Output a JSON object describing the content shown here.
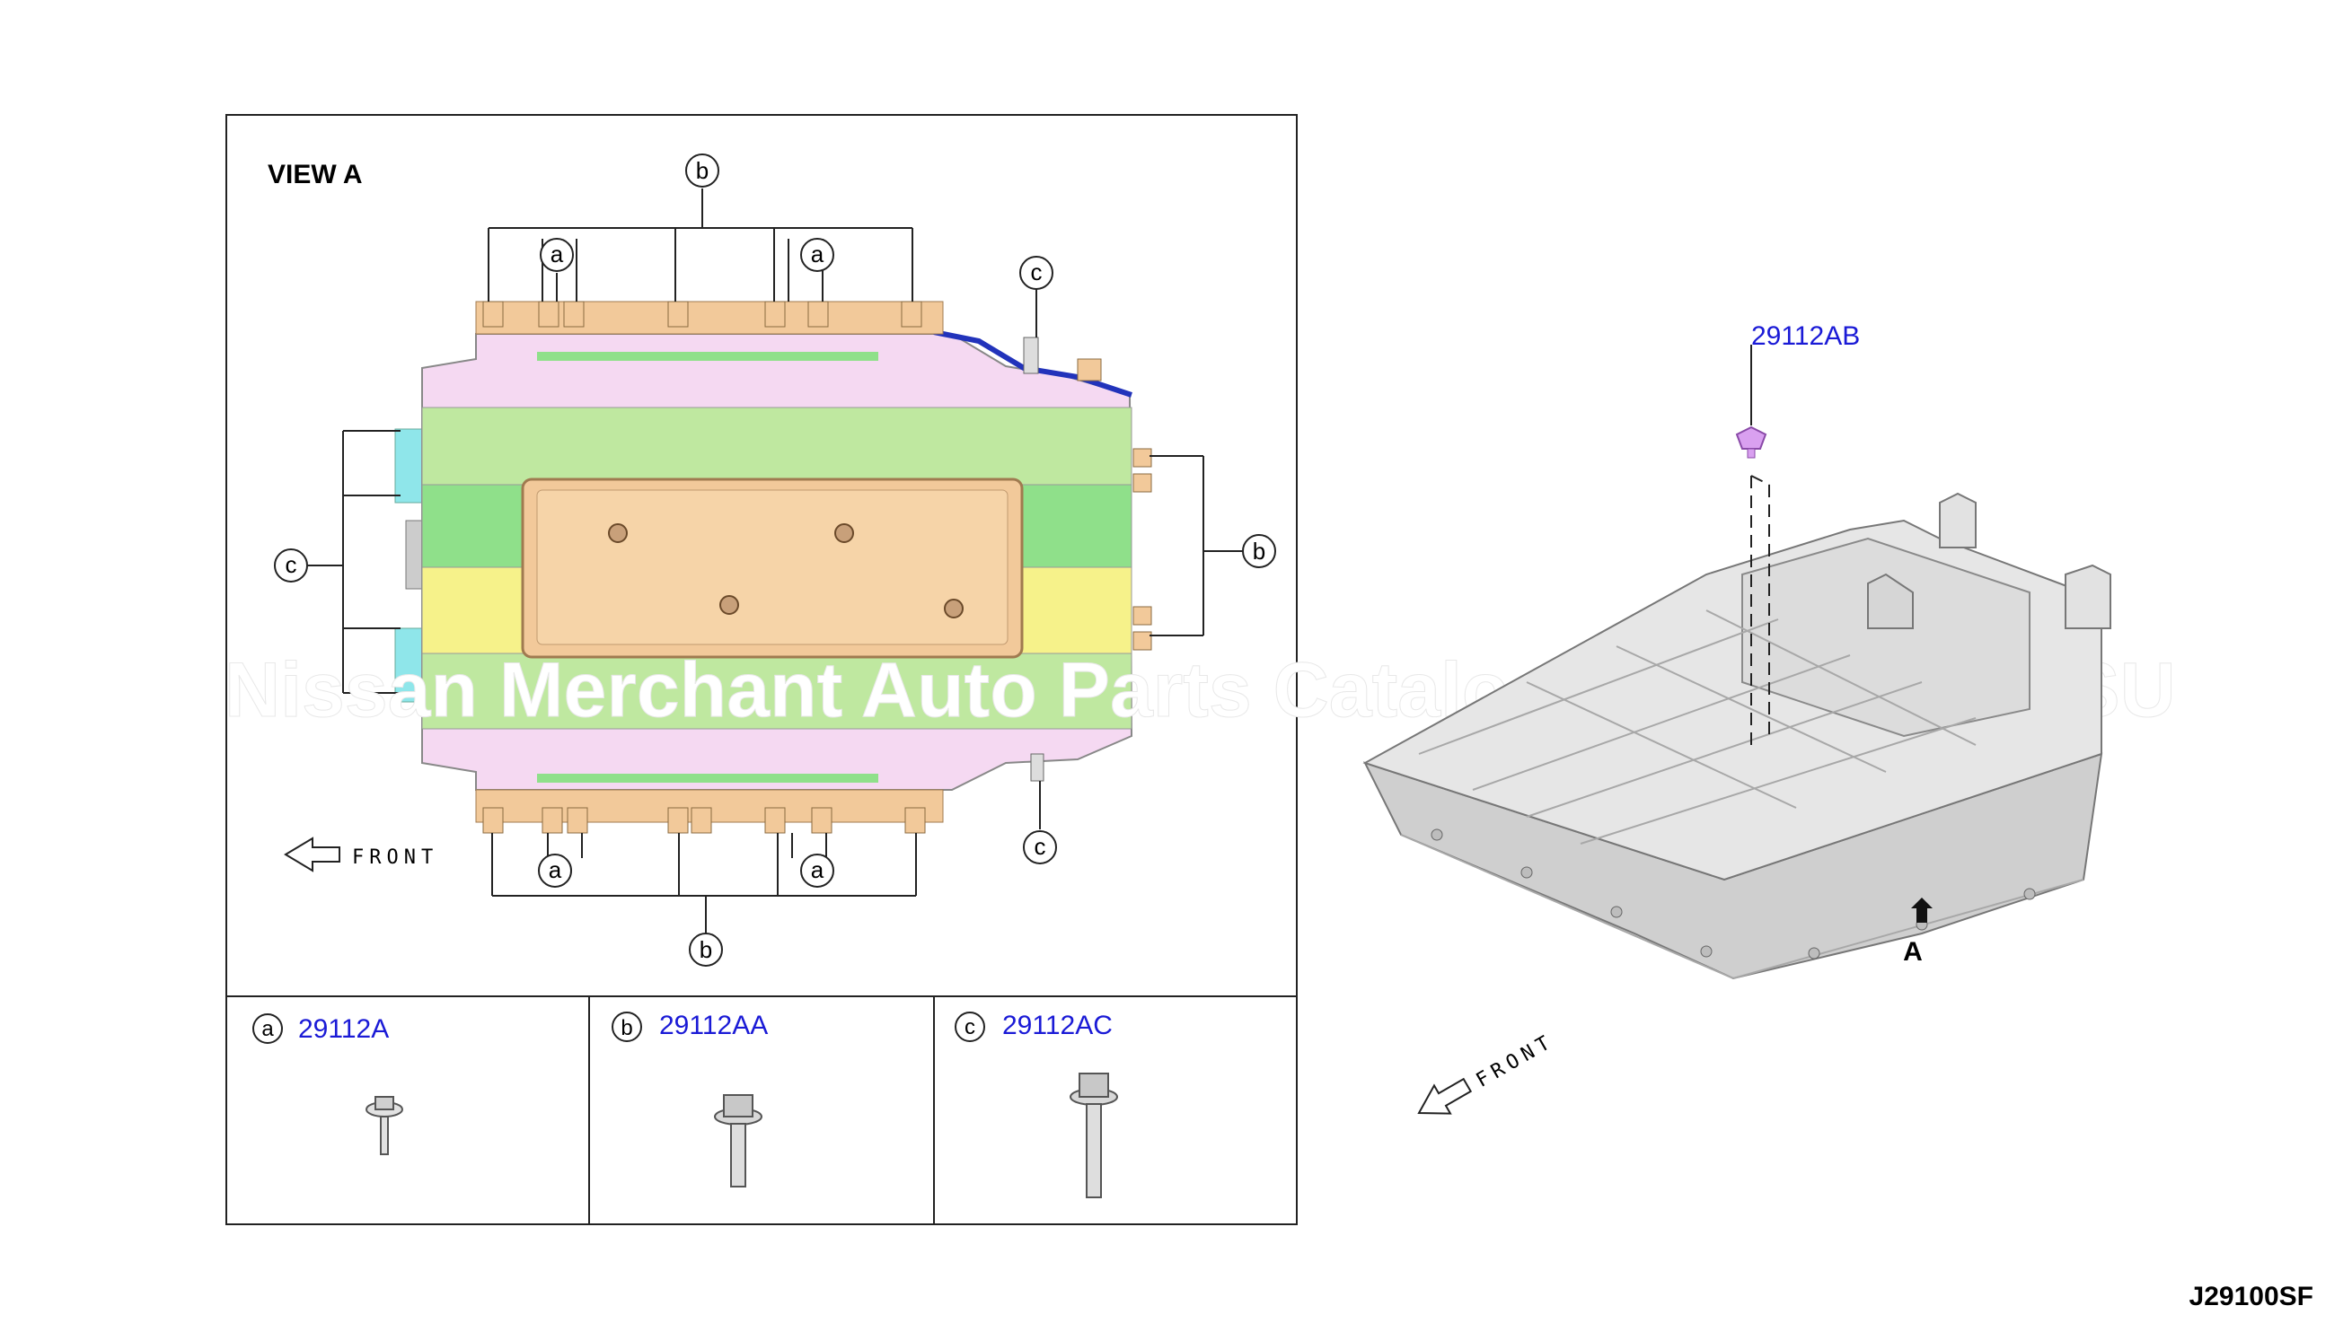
{
  "view_label": "VIEW A",
  "callout_a": "a",
  "callout_b": "b",
  "callout_c": "c",
  "front_label": "FRONT",
  "part_a": "29112A",
  "part_b": "29112AA",
  "part_c": "29112AC",
  "part_top": "29112AB",
  "arrow_label": "A",
  "diagram_code": "J29100SF",
  "watermark": "Nissan Merchant Auto Parts Catalog PARTSTORE.SU",
  "colors": {
    "part_number": "#1a1ad6",
    "tan": "#f2c99a",
    "pink": "#f5d9f2",
    "green": "#bfe8a0",
    "bright_green": "#8fe08a",
    "yellow": "#f6f28a",
    "cyan": "#8fe6ea",
    "violet_bolt": "#d9a0f0",
    "grey_tray": "#d8d8d8"
  }
}
